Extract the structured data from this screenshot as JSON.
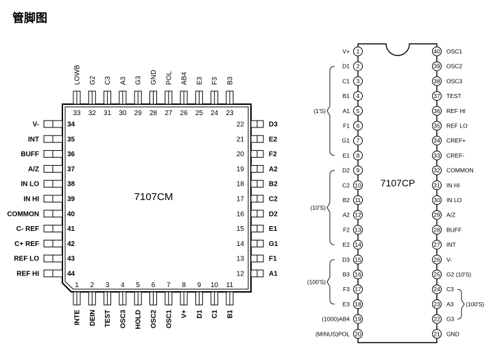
{
  "heading": "管脚图",
  "qfp": {
    "label": "7107CM",
    "top": [
      {
        "num": "33",
        "name": "LOWB"
      },
      {
        "num": "32",
        "name": "G2"
      },
      {
        "num": "31",
        "name": "C3"
      },
      {
        "num": "30",
        "name": "A3"
      },
      {
        "num": "29",
        "name": "G3"
      },
      {
        "num": "28",
        "name": "GND"
      },
      {
        "num": "27",
        "name": "POL"
      },
      {
        "num": "26",
        "name": "AB4"
      },
      {
        "num": "25",
        "name": "E3"
      },
      {
        "num": "24",
        "name": "F3"
      },
      {
        "num": "23",
        "name": "B3"
      }
    ],
    "left": [
      {
        "num": "34",
        "name": "V-"
      },
      {
        "num": "35",
        "name": "INT"
      },
      {
        "num": "36",
        "name": "BUFF"
      },
      {
        "num": "37",
        "name": "A/Z"
      },
      {
        "num": "38",
        "name": "IN LO"
      },
      {
        "num": "39",
        "name": "IN HI"
      },
      {
        "num": "40",
        "name": "COMMON"
      },
      {
        "num": "41",
        "name": "C- REF"
      },
      {
        "num": "42",
        "name": "C+ REF"
      },
      {
        "num": "43",
        "name": "REF LO"
      },
      {
        "num": "44",
        "name": "REF HI"
      }
    ],
    "right": [
      {
        "num": "22",
        "name": "D3"
      },
      {
        "num": "21",
        "name": "E2"
      },
      {
        "num": "20",
        "name": "F2"
      },
      {
        "num": "19",
        "name": "A2"
      },
      {
        "num": "18",
        "name": "B2"
      },
      {
        "num": "17",
        "name": "C2"
      },
      {
        "num": "16",
        "name": "D2"
      },
      {
        "num": "15",
        "name": "E1"
      },
      {
        "num": "14",
        "name": "G1"
      },
      {
        "num": "13",
        "name": "F1"
      },
      {
        "num": "12",
        "name": "A1"
      }
    ],
    "bottom": [
      {
        "num": "1",
        "name": "INTE"
      },
      {
        "num": "2",
        "name": "DEIN"
      },
      {
        "num": "3",
        "name": "TEST"
      },
      {
        "num": "4",
        "name": "OSC3"
      },
      {
        "num": "5",
        "name": "HOLD"
      },
      {
        "num": "6",
        "name": "OSC2"
      },
      {
        "num": "7",
        "name": "OSC1"
      },
      {
        "num": "8",
        "name": "V+"
      },
      {
        "num": "9",
        "name": "D1"
      },
      {
        "num": "10",
        "name": "C1"
      },
      {
        "num": "11",
        "name": "B1"
      }
    ]
  },
  "dip": {
    "label": "7107CP",
    "left": [
      {
        "num": "1",
        "name": "V+"
      },
      {
        "num": "2",
        "name": "D1"
      },
      {
        "num": "3",
        "name": "C1"
      },
      {
        "num": "4",
        "name": "B1"
      },
      {
        "num": "5",
        "name": "A1"
      },
      {
        "num": "6",
        "name": "F1"
      },
      {
        "num": "7",
        "name": "G1"
      },
      {
        "num": "8",
        "name": "E1"
      },
      {
        "num": "9",
        "name": "D2"
      },
      {
        "num": "10",
        "name": "C2"
      },
      {
        "num": "11",
        "name": "B2"
      },
      {
        "num": "12",
        "name": "A2"
      },
      {
        "num": "13",
        "name": "F2"
      },
      {
        "num": "14",
        "name": "E2"
      },
      {
        "num": "15",
        "name": "D3"
      },
      {
        "num": "16",
        "name": "B3"
      },
      {
        "num": "17",
        "name": "F3"
      },
      {
        "num": "18",
        "name": "E3"
      },
      {
        "num": "19",
        "name": "(1000)AB4"
      },
      {
        "num": "20",
        "name": "(MINUS)POL"
      }
    ],
    "right": [
      {
        "num": "40",
        "name": "OSC1"
      },
      {
        "num": "39",
        "name": "OSC2"
      },
      {
        "num": "38",
        "name": "OSC3"
      },
      {
        "num": "37",
        "name": "TEST"
      },
      {
        "num": "36",
        "name": "REF HI"
      },
      {
        "num": "35",
        "name": "REF LO"
      },
      {
        "num": "34",
        "name": "CREF+"
      },
      {
        "num": "33",
        "name": "CREF-"
      },
      {
        "num": "32",
        "name": "COMMON"
      },
      {
        "num": "31",
        "name": "IN HI"
      },
      {
        "num": "30",
        "name": "IN LO"
      },
      {
        "num": "29",
        "name": "A/Z"
      },
      {
        "num": "28",
        "name": "BUFF"
      },
      {
        "num": "27",
        "name": "INT"
      },
      {
        "num": "26",
        "name": "V-"
      },
      {
        "num": "25",
        "name": "G2 (10'S)"
      },
      {
        "num": "24",
        "name": "C3"
      },
      {
        "num": "23",
        "name": "A3"
      },
      {
        "num": "22",
        "name": "G3"
      },
      {
        "num": "21",
        "name": "GND"
      }
    ],
    "groups": [
      {
        "label": "(1'S)",
        "from": 2,
        "to": 8,
        "side": "left"
      },
      {
        "label": "(10'S)",
        "from": 9,
        "to": 14,
        "side": "left"
      },
      {
        "label": "(100'S)",
        "from": 15,
        "to": 18,
        "side": "left"
      },
      {
        "label": "(100'S)",
        "from": 24,
        "to": 22,
        "side": "right"
      }
    ]
  }
}
